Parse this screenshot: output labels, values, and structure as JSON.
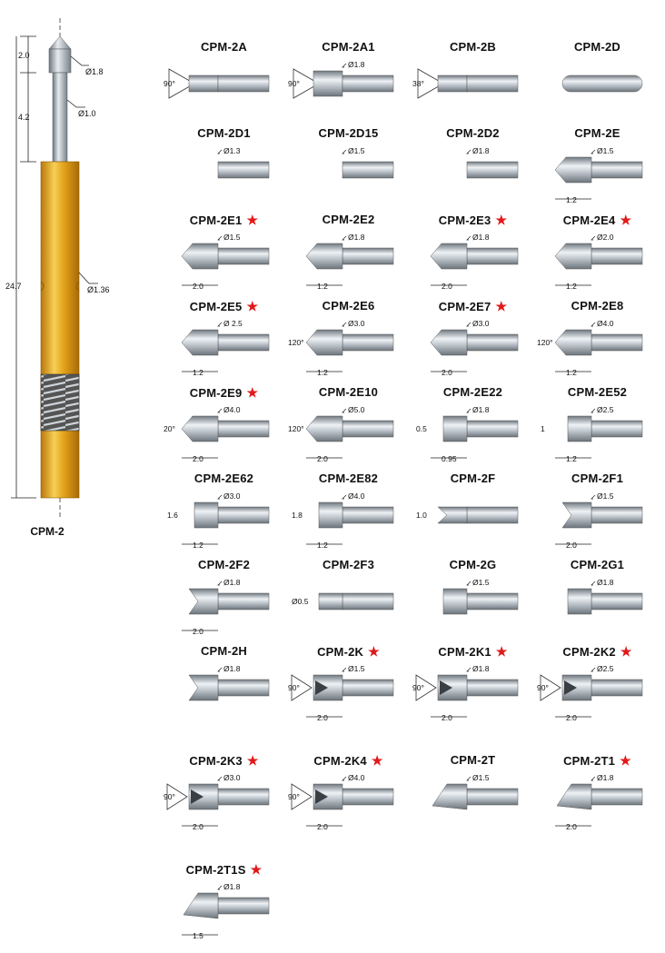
{
  "main_pin": {
    "name": "CPM-2",
    "dims": [
      "2.0",
      "4.2",
      "24.7"
    ],
    "diameters": [
      "Ø1.8",
      "Ø1.0",
      "Ø1.36"
    ]
  },
  "colors": {
    "gold": "#e3a21b",
    "steel": "#a9b2bb",
    "star": "#e01a1a"
  },
  "tips": [
    {
      "name": "CPM-2A",
      "star": false,
      "shape": "cone-socket",
      "angle": "90°"
    },
    {
      "name": "CPM-2A1",
      "star": false,
      "shape": "cone-socket-step",
      "angle": "90°",
      "dia": "Ø1.8"
    },
    {
      "name": "CPM-2B",
      "star": false,
      "shape": "cone-socket",
      "angle": "38°"
    },
    {
      "name": "CPM-2D",
      "star": false,
      "shape": "round"
    },
    {
      "name": "CPM-2D1",
      "star": false,
      "shape": "round-step",
      "dia": "Ø1.3"
    },
    {
      "name": "CPM-2D15",
      "star": false,
      "shape": "round-step",
      "dia": "Ø1.5"
    },
    {
      "name": "CPM-2D2",
      "star": false,
      "shape": "round-step",
      "dia": "Ø1.8"
    },
    {
      "name": "CPM-2E",
      "star": false,
      "shape": "point-step",
      "dia": "Ø1.5",
      "len": "1.2"
    },
    {
      "name": "CPM-2E1",
      "star": true,
      "shape": "point-step",
      "dia": "Ø1.5",
      "len": "2.0"
    },
    {
      "name": "CPM-2E2",
      "star": false,
      "shape": "point-step",
      "dia": "Ø1.8",
      "len": "1.2"
    },
    {
      "name": "CPM-2E3",
      "star": true,
      "shape": "point-step",
      "dia": "Ø1.8",
      "len": "2.0"
    },
    {
      "name": "CPM-2E4",
      "star": true,
      "shape": "point-step",
      "dia": "Ø2.0",
      "len": "1.2"
    },
    {
      "name": "CPM-2E5",
      "star": true,
      "shape": "point-step",
      "dia": "Ø 2.5",
      "len": "1.2"
    },
    {
      "name": "CPM-2E6",
      "star": false,
      "shape": "point-step",
      "dia": "Ø3.0",
      "len": "1.2",
      "angle": "120°"
    },
    {
      "name": "CPM-2E7",
      "star": true,
      "shape": "point-step",
      "dia": "Ø3.0",
      "len": "2.0"
    },
    {
      "name": "CPM-2E8",
      "star": false,
      "shape": "point-step",
      "dia": "Ø4.0",
      "len": "1.2",
      "angle": "120°"
    },
    {
      "name": "CPM-2E9",
      "star": true,
      "shape": "point-step",
      "dia": "Ø4.0",
      "len": "2.0",
      "angle": "20°"
    },
    {
      "name": "CPM-2E10",
      "star": false,
      "shape": "point-step",
      "dia": "Ø5.0",
      "len": "2.0",
      "angle": "120°"
    },
    {
      "name": "CPM-2E22",
      "star": false,
      "shape": "flat-step",
      "dia": "Ø1.8",
      "len": "0.95",
      "h": "0.5"
    },
    {
      "name": "CPM-2E52",
      "star": false,
      "shape": "flat-step",
      "dia": "Ø2.5",
      "len": "1.2",
      "h": "1"
    },
    {
      "name": "CPM-2E62",
      "star": false,
      "shape": "flat-step",
      "dia": "Ø3.0",
      "len": "1.2",
      "h": "1.6"
    },
    {
      "name": "CPM-2E82",
      "star": false,
      "shape": "flat-step",
      "dia": "Ø4.0",
      "len": "1.2",
      "h": "1.8"
    },
    {
      "name": "CPM-2F",
      "star": false,
      "shape": "chisel",
      "h": "1.0"
    },
    {
      "name": "CPM-2F1",
      "star": false,
      "shape": "vee-step",
      "dia": "Ø1.5",
      "len": "2.0"
    },
    {
      "name": "CPM-2F2",
      "star": false,
      "shape": "vee-step",
      "dia": "Ø1.8",
      "len": "2.0"
    },
    {
      "name": "CPM-2F3",
      "star": false,
      "shape": "flat",
      "h": "Ø0.5"
    },
    {
      "name": "CPM-2G",
      "star": false,
      "shape": "flat-step",
      "dia": "Ø1.5"
    },
    {
      "name": "CPM-2G1",
      "star": false,
      "shape": "flat-step",
      "dia": "Ø1.8"
    },
    {
      "name": "CPM-2H",
      "star": false,
      "shape": "vee-step",
      "dia": "Ø1.8"
    },
    {
      "name": "CPM-2K",
      "star": true,
      "shape": "crown",
      "dia": "Ø1.5",
      "len": "2.0",
      "angle": "90°"
    },
    {
      "name": "CPM-2K1",
      "star": true,
      "shape": "crown",
      "dia": "Ø1.8",
      "len": "2.0",
      "angle": "90°"
    },
    {
      "name": "CPM-2K2",
      "star": true,
      "shape": "crown",
      "dia": "Ø2.5",
      "len": "2.0",
      "angle": "90°"
    },
    {
      "name": "CPM-2K3",
      "star": true,
      "shape": "crown",
      "dia": "Ø3.0",
      "len": "2.0",
      "angle": "90°"
    },
    {
      "name": "CPM-2K4",
      "star": true,
      "shape": "crown",
      "dia": "Ø4.0",
      "len": "2.0",
      "angle": "90°"
    },
    {
      "name": "CPM-2T",
      "star": false,
      "shape": "bevel",
      "dia": "Ø1.5"
    },
    {
      "name": "CPM-2T1",
      "star": true,
      "shape": "bevel",
      "dia": "Ø1.8",
      "len": "2.0"
    },
    {
      "name": "CPM-2T1S",
      "star": true,
      "shape": "bevel",
      "dia": "Ø1.8",
      "len": "1.5"
    }
  ]
}
